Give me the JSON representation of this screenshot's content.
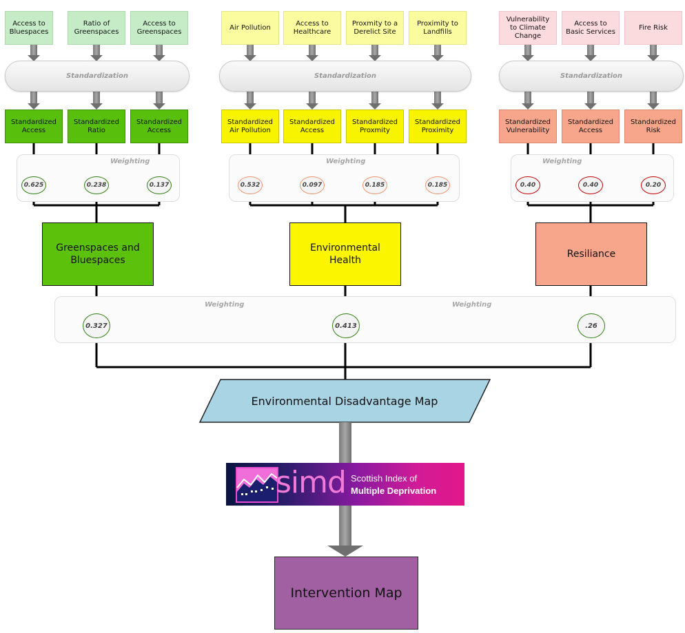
{
  "inputs": [
    {
      "label": "Access to\nBluespaces"
    },
    {
      "label": "Ratio of\nGreenspaces"
    },
    {
      "label": "Access to\nGreenspaces"
    },
    {
      "label": "Air Pollution"
    },
    {
      "label": "Access to\nHealthcare"
    },
    {
      "label": "Proxmity to a\nDerelict Site"
    },
    {
      "label": "Proximity to\nLandfills"
    },
    {
      "label": "Vulnerability\nto Climate\nChange"
    },
    {
      "label": "Access to\nBasic Services"
    },
    {
      "label": "Fire Risk"
    }
  ],
  "standardization_label": "Standardization",
  "standardized": [
    {
      "label": "Standardized\nAccess"
    },
    {
      "label": "Standardized\nRatio"
    },
    {
      "label": "Standardized\nAccess"
    },
    {
      "label": "Standardized\nAir Pollution"
    },
    {
      "label": "Standardized\nAccess"
    },
    {
      "label": "Standardized\nProxmity"
    },
    {
      "label": "Standardized\nProximity"
    },
    {
      "label": "Standardized\nVulnerability"
    },
    {
      "label": "Standardized\nAccess"
    },
    {
      "label": "Standardized\nRisk"
    }
  ],
  "weighting_label": "Weighting",
  "weights": [
    "0.625",
    "0.238",
    "0.137",
    "0.532",
    "0.097",
    "0.185",
    "0.185",
    "0.40",
    "0.40",
    "0.20"
  ],
  "categories": [
    {
      "label": "Greenspaces and\nBluespaces"
    },
    {
      "label": "Environmental\nHealth"
    },
    {
      "label": "Resiliance"
    }
  ],
  "category_weights": [
    "0.327",
    "0.413",
    ".26"
  ],
  "output_map": "Environmental Disadvantage Map",
  "simd": {
    "logo_word": "simd",
    "line1": "Scottish Index of",
    "line2": "Multiple Deprivation"
  },
  "final_map": "Intervention Map",
  "colors": {
    "green": "#58c00d",
    "yellow": "#f8f400",
    "salmon": "#f7a68c",
    "parallelogram": "#a9d4e4",
    "intervention": "#a160a2"
  }
}
